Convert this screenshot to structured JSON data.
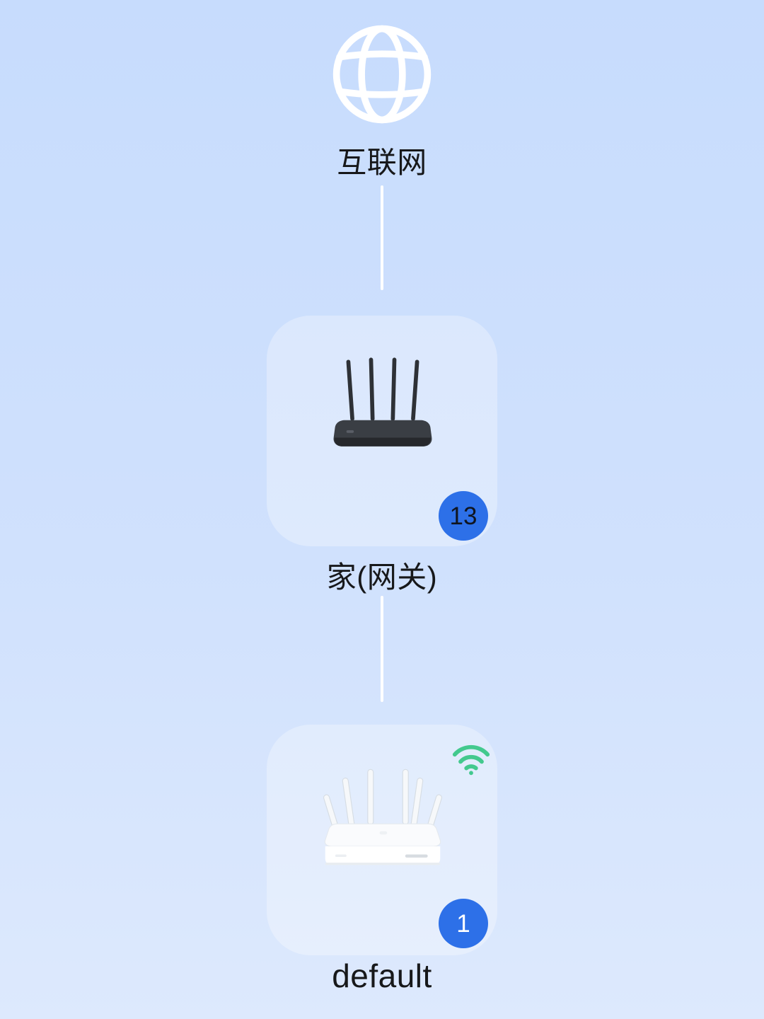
{
  "internet": {
    "label": "互联网",
    "icon": "globe-icon"
  },
  "nodes": [
    {
      "id": "gateway",
      "label": "家(网关)",
      "badge_count": "13",
      "device_image": "black-router-4-antenna",
      "role": "gateway"
    },
    {
      "id": "default",
      "label": "default",
      "badge_count": "1",
      "device_image": "white-router-6-antenna",
      "wifi_status_icon": "wifi-icon",
      "role": "mesh-node"
    }
  ],
  "colors": {
    "bg_top": "#c7dcfd",
    "bg_bottom": "#dde9fd",
    "badge_blue": "#2d70e8",
    "badge_text_dark": "#0f1520",
    "badge_text_light": "#ffffff",
    "wifi_green": "#43c98e",
    "label_text": "#17181a",
    "connector": "#ffffff"
  }
}
